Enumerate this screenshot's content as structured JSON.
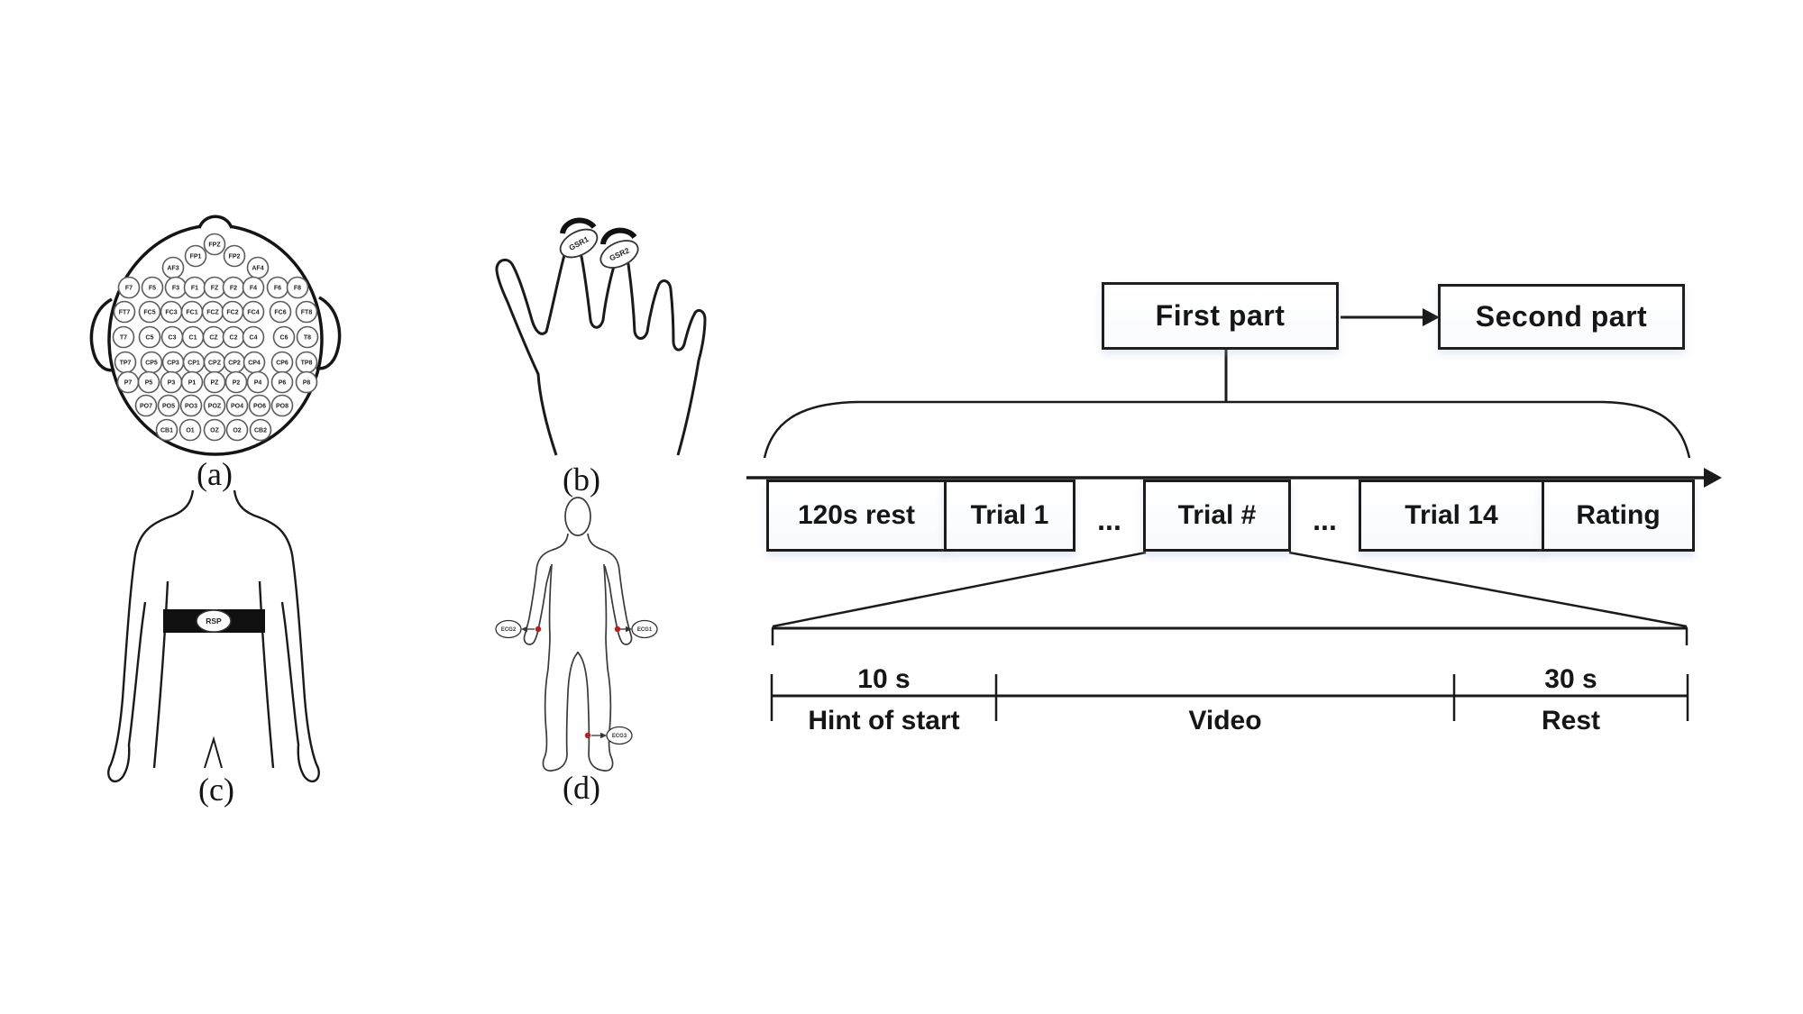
{
  "panels": {
    "a": {
      "caption": "(a)",
      "electrode_rows": [
        [
          "FPZ"
        ],
        [
          "FP1",
          "FP2"
        ],
        [
          "AF3",
          "AF4"
        ],
        [
          "F7",
          "F5",
          "F3",
          "F1",
          "FZ",
          "F2",
          "F4",
          "F6",
          "F8"
        ],
        [
          "FT7",
          "FC5",
          "FC3",
          "FC1",
          "FCZ",
          "FC2",
          "FC4",
          "FC6",
          "FT8"
        ],
        [
          "T7",
          "C5",
          "C3",
          "C1",
          "CZ",
          "C2",
          "C4",
          "C6",
          "T8"
        ],
        [
          "TP7",
          "CP5",
          "CP3",
          "CP1",
          "CPZ",
          "CP2",
          "CP4",
          "CP6",
          "TP8"
        ],
        [
          "P7",
          "P5",
          "P3",
          "P1",
          "PZ",
          "P2",
          "P4",
          "P6",
          "P8"
        ],
        [
          "PO7",
          "PO5",
          "PO3",
          "POZ",
          "PO4",
          "PO6",
          "PO8"
        ],
        [
          "CB1",
          "O1",
          "OZ",
          "O2",
          "CB2"
        ]
      ]
    },
    "b": {
      "caption": "(b)",
      "sensors": [
        "GSR1",
        "GSR2"
      ]
    },
    "c": {
      "caption": "(c)",
      "sensors": [
        "RSP"
      ]
    },
    "d": {
      "caption": "(d)",
      "sensors": [
        "ECG2",
        "ECG1",
        "ECG3"
      ]
    }
  },
  "protocol": {
    "parts": {
      "first": "First part",
      "second": "Second part"
    },
    "timeline": [
      {
        "label": "120s rest",
        "type": "box"
      },
      {
        "label": "Trial 1",
        "type": "box"
      },
      {
        "label": "...",
        "type": "dots"
      },
      {
        "label": "Trial #",
        "type": "box"
      },
      {
        "label": "...",
        "type": "dots"
      },
      {
        "label": "Trial 14",
        "type": "box"
      },
      {
        "label": "Rating",
        "type": "box"
      }
    ],
    "trial_detail": {
      "segments": [
        {
          "duration": "10 s",
          "label": "Hint of start"
        },
        {
          "duration": "",
          "label": "Video"
        },
        {
          "duration": "30 s",
          "label": "Rest"
        }
      ]
    }
  },
  "colors": {
    "ink": "#1a1a1a",
    "electrode_marker": "#b32121",
    "body_outline": "#3a3a3a"
  }
}
